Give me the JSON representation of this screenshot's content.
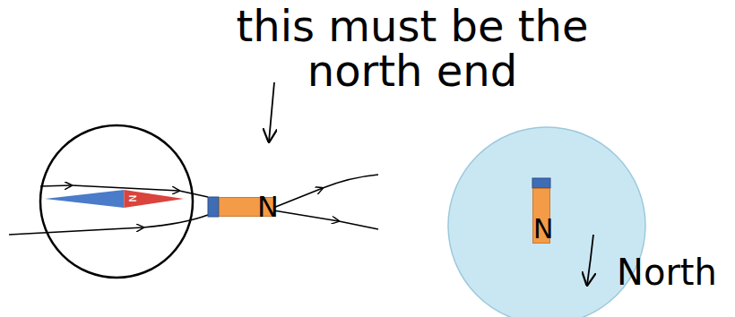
{
  "diagram": {
    "nodes": [
      {
        "text": [
          "N"
        ]
      },
      {
        "text": [
          "N"
        ]
      },
      {
        "text": [
          "N"
        ]
      }
    ],
    "labels": [
      "this must be the north end",
      "North"
    ]
  }
}
